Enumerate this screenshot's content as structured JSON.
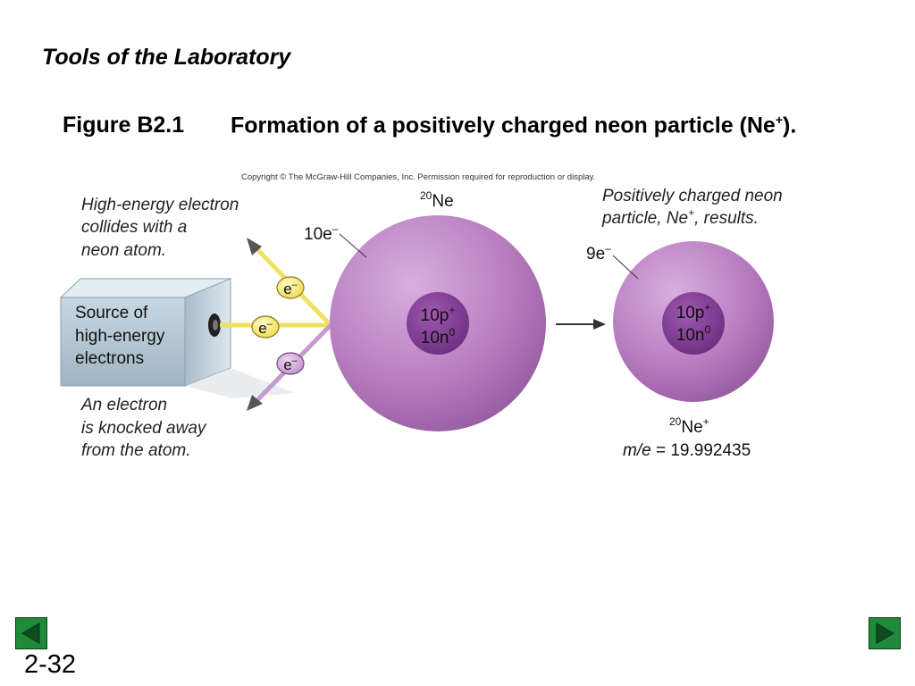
{
  "slide": {
    "section_title": "Tools of the Laboratory",
    "figure_number": "Figure B2.1",
    "figure_caption": "Formation of a positively charged neon particle (Ne",
    "figure_caption_sup": "+",
    "figure_caption_end": ").",
    "copyright": "Copyright © The McGraw-Hill Companies, Inc. Permission required for reproduction or display.",
    "slide_number": "2-32"
  },
  "diagram": {
    "label_collision_line1": "High-energy electron",
    "label_collision_line2": "collides with a",
    "label_collision_line3": "neon atom.",
    "label_knocked_line1": "An electron",
    "label_knocked_line2": "is knocked away",
    "label_knocked_line3": "from the atom.",
    "label_result_line1": "Positively charged neon",
    "label_result_line2_a": "particle, Ne",
    "label_result_line2_sup": "+",
    "label_result_line2_b": ", results.",
    "source_line1": "Source of",
    "source_line2": "high-energy",
    "source_line3": "electrons",
    "electron_label": "e",
    "electron_charge": "–",
    "atom_isotope_mass": "20",
    "atom_symbol": "Ne",
    "atom_electrons": "10e",
    "atom_electrons_charge": "–",
    "atom_protons": "10p",
    "atom_protons_charge": "+",
    "atom_neutrons": "10n",
    "atom_neutrons_charge": "0",
    "ion_electrons": "9e",
    "ion_electrons_charge": "–",
    "ion_protons": "10p",
    "ion_protons_charge": "+",
    "ion_neutrons": "10n",
    "ion_neutrons_charge": "0",
    "ion_isotope_mass": "20",
    "ion_symbol": "Ne",
    "ion_charge": "+",
    "mass_ratio_label": "m/e",
    "mass_ratio_equals": " = ",
    "mass_ratio_value": "19.992435"
  },
  "colors": {
    "atom": "#b87ec0",
    "nucleus": "#7a3a8c",
    "electron_path_yellow": "#f2e060",
    "electron_path_purple": "#c49ad0",
    "source_box": "#b8cbd6",
    "nav_green": "#1e8a3a"
  }
}
